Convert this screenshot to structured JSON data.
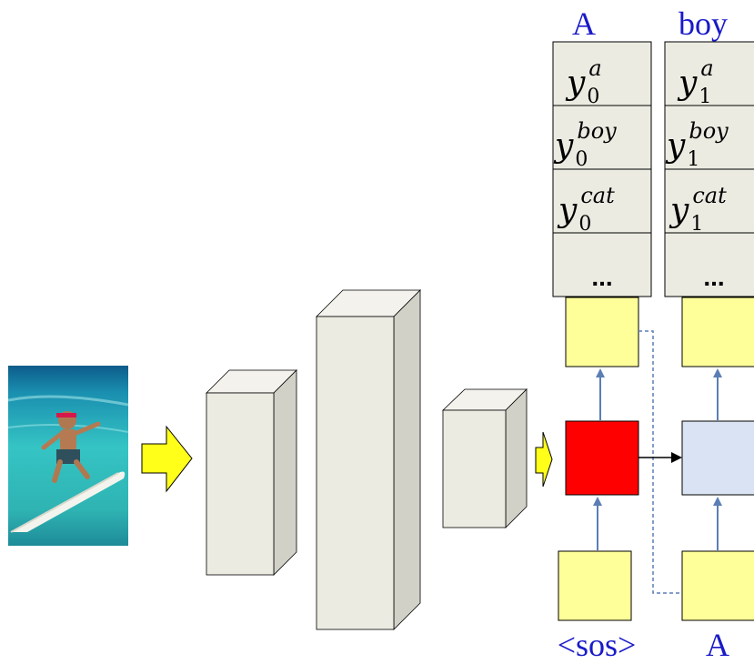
{
  "colors": {
    "box_face": "#ecebe2",
    "box_side": "#d2d1c8",
    "yellow_box": "#ffff99",
    "hidden_active": "#ff0000",
    "hidden_next": "#dae3f3",
    "arrow_blue": "#5b7fb5",
    "label_blue": "#1a1ac8",
    "input_arrow_fill": "#ffff1a"
  },
  "output_labels": [
    "A",
    "boy"
  ],
  "input_labels": [
    "<sos>",
    "A"
  ],
  "softmax_columns": [
    {
      "cells": [
        {
          "base": "y",
          "sub": "0",
          "sup": "a"
        },
        {
          "base": "y",
          "sub": "0",
          "sup": "boy"
        },
        {
          "base": "y",
          "sub": "0",
          "sup": "cat"
        },
        {
          "ellipsis": "..."
        }
      ]
    },
    {
      "cells": [
        {
          "base": "y",
          "sub": "1",
          "sup": "a"
        },
        {
          "base": "y",
          "sub": "1",
          "sup": "boy"
        },
        {
          "base": "y",
          "sub": "1",
          "sup": "cat"
        },
        {
          "ellipsis": "..."
        }
      ]
    }
  ]
}
